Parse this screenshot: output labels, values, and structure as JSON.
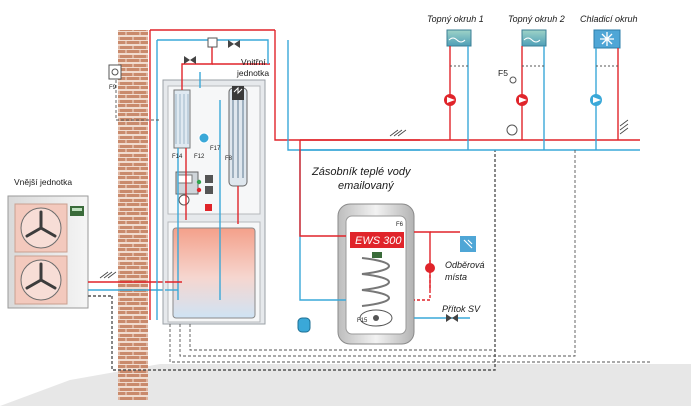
{
  "labels": {
    "outdoor_unit": "Vnější jednotka",
    "indoor_unit_line1": "Vnitřní",
    "indoor_unit_line2": "jednotka",
    "tank_title_line1": "Zásobník teplé vody",
    "tank_title_line2": "emailovaný",
    "tank_model": "EWS 300",
    "heating_circuit_1": "Topný okruh 1",
    "heating_circuit_2": "Topný okruh 2",
    "cooling_circuit": "Chladicí okruh",
    "draw_off_line1": "Odběrová",
    "draw_off_line2": "místa",
    "cold_water_inlet": "Přítok SV"
  },
  "sensors": {
    "f9": "F9",
    "f5": "F5",
    "f6": "F6",
    "f15": "F15",
    "f14": "F14",
    "f12": "F12",
    "f17": "F17",
    "f8": "F8"
  },
  "colors": {
    "hot_pipe": "#e0242a",
    "cold_pipe": "#3aa8d8",
    "dashed_cable": "#555555",
    "wall": "#c98a6c",
    "floor": "#e6e6e6"
  }
}
